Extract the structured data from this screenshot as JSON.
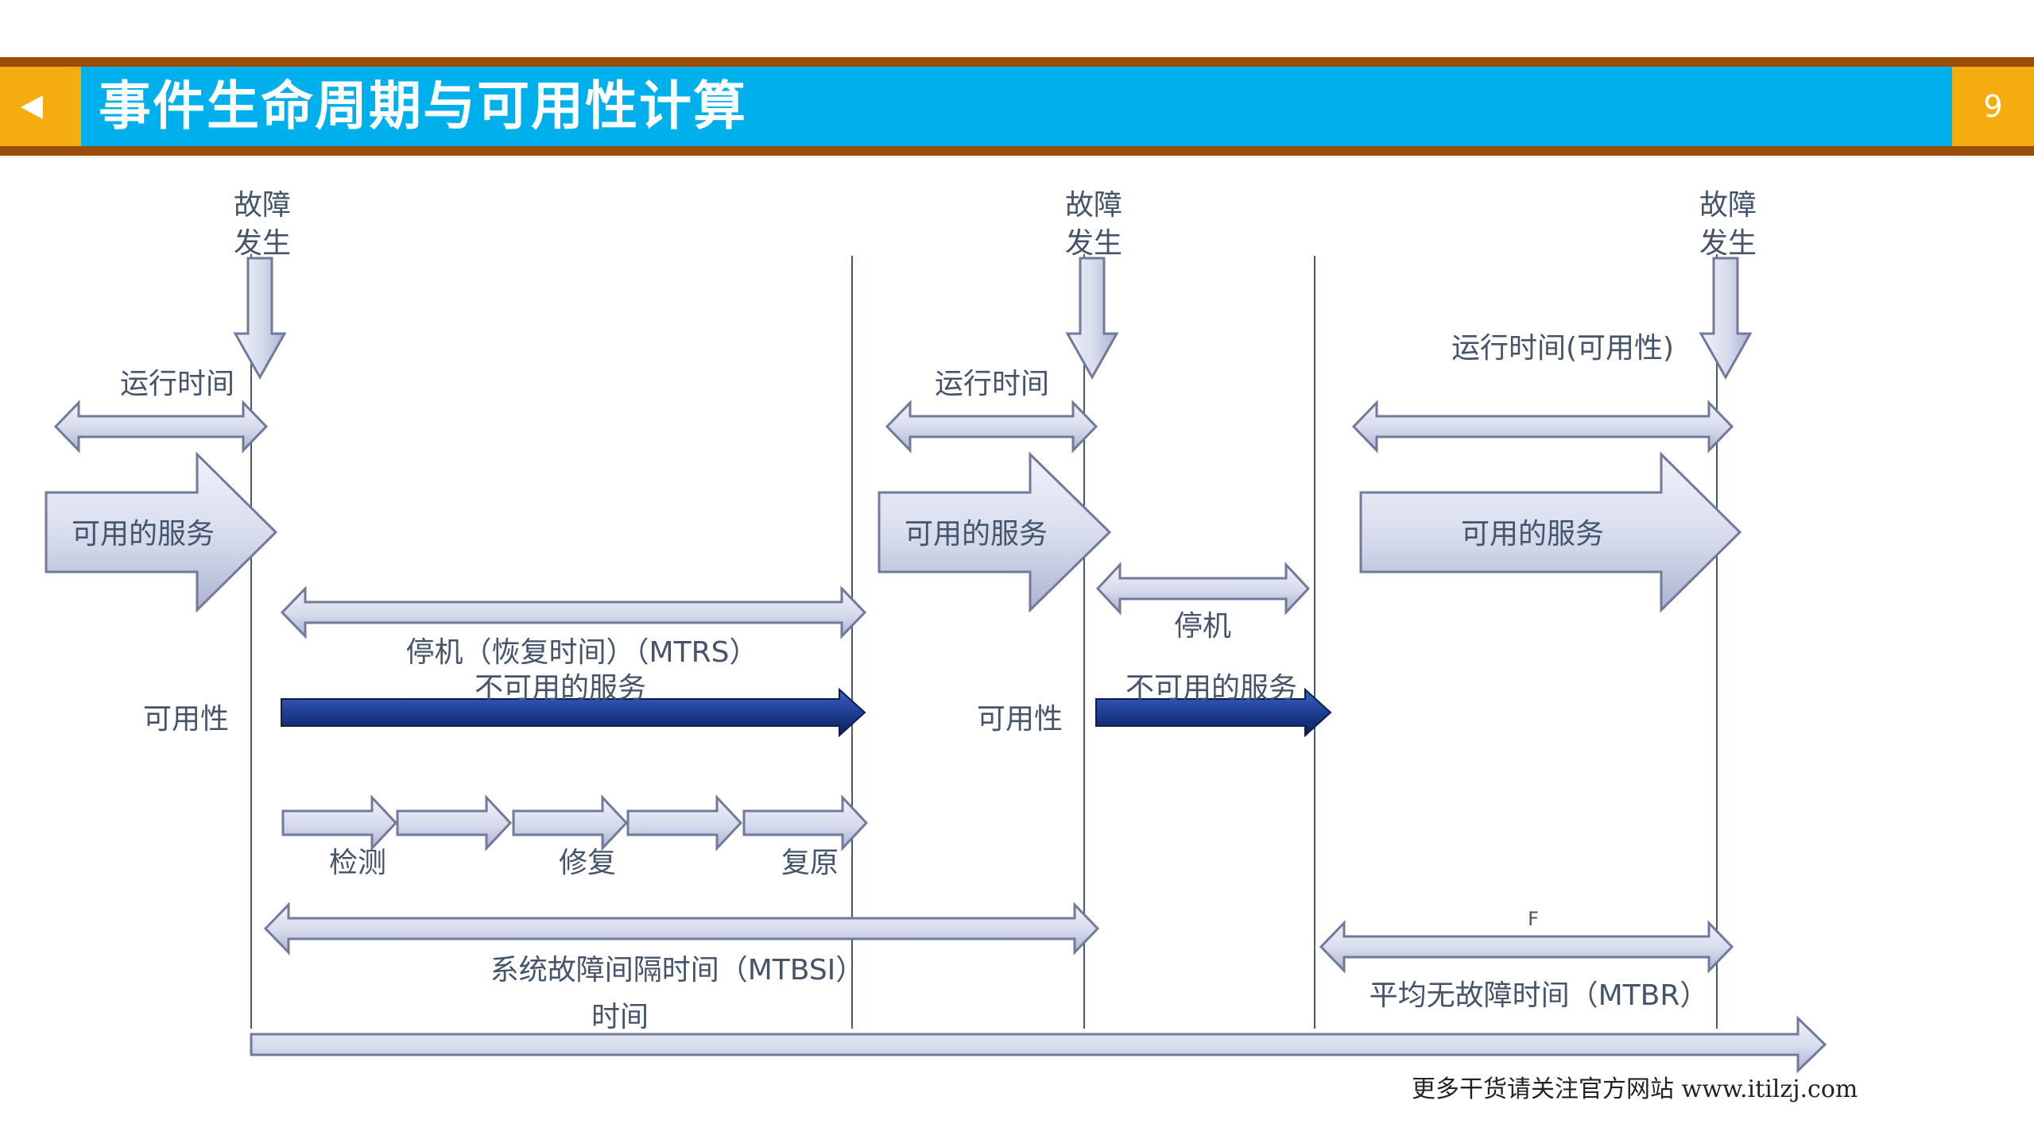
{
  "header": {
    "back_label": "◀",
    "title": "事件生命周期与可用性计算",
    "page_number": "9"
  },
  "diagram": {
    "failure_labels": [
      {
        "line1": "故障",
        "line2": "发生"
      },
      {
        "line1": "故障",
        "line2": "发生"
      },
      {
        "line1": "故障",
        "line2": "发生"
      }
    ],
    "uptime_labels": [
      "运行时间",
      "运行时间",
      "运行时间(可用性)"
    ],
    "service_labels": [
      "可用的服务",
      "可用的服务",
      "可用的服务"
    ],
    "downtime_mtrs": "停机（恢复时间）（MTRS）",
    "downtime_short": "停机",
    "unavailable_labels": [
      "不可用的服务",
      "不可用的服务"
    ],
    "availability_labels": [
      "可用性",
      "可用性"
    ],
    "steps": [
      "检测",
      "修复",
      "复原"
    ],
    "mtbsi": "系统故障间隔时间（MTBSI）",
    "mtbf_mark": "F",
    "mtbr": "平均无故障时间（MTBR）",
    "time_axis": "时间"
  },
  "footer": {
    "text": "更多干货请关注官方网站 www.itilzj.com"
  },
  "colors": {
    "title_band": "#00b0ec",
    "orange": "#f5ac0e",
    "brown": "#9a4c0a",
    "label": "#44546a",
    "dark_arrow": "#1f3f92"
  }
}
